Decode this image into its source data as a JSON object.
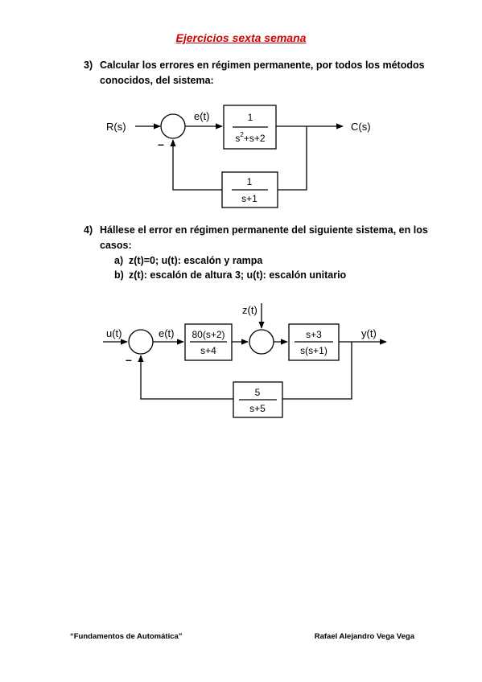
{
  "title": "Ejercicios sexta semana",
  "ex3": {
    "number": "3)",
    "text": "Calcular los errores en régimen permanente, por todos los métodos conocidos, del sistema:",
    "diagram": {
      "input": "R(s)",
      "error": "e(t)",
      "minus": "–",
      "output": "C(s)",
      "forward_num": "1",
      "forward_den_a": "s",
      "forward_den_exp": "2",
      "forward_den_b": "+s+2",
      "feedback_num": "1",
      "feedback_den": "s+1"
    }
  },
  "ex4": {
    "number": "4)",
    "text": "Hállese el error en régimen permanente del siguiente sistema, en los casos:",
    "cases": [
      {
        "letter": "a)",
        "text": "z(t)=0; u(t): escalón y rampa"
      },
      {
        "letter": "b)",
        "text": "z(t): escalón de altura 3; u(t): escalón unitario"
      }
    ],
    "diagram": {
      "input": "u(t)",
      "error": "e(t)",
      "minus": "–",
      "disturbance": "z(t)",
      "output": "y(t)",
      "g1_num": "80(s+2)",
      "g1_den": "s+4",
      "g2_num": "s+3",
      "g2_den": "s(s+1)",
      "h_num": "5",
      "h_den": "s+5"
    }
  },
  "footer": {
    "left": "“Fundamentos de Automática”",
    "right": "Rafael Alejandro Vega Vega"
  }
}
